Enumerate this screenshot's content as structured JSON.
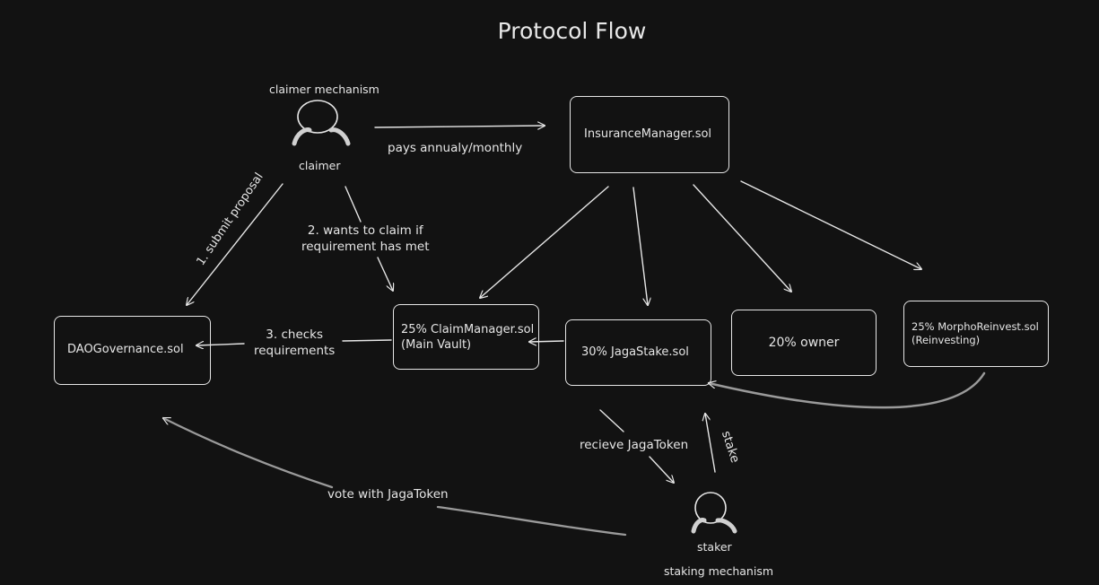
{
  "title": "Protocol Flow",
  "actors": {
    "claimer": {
      "caption": "claimer mechanism",
      "name": "claimer"
    },
    "staker": {
      "caption": "staking mechanism",
      "name": "staker"
    }
  },
  "nodes": {
    "insurance_manager": "InsuranceManager.sol",
    "dao_governance": "DAOGovernance.sol",
    "claim_manager": {
      "line1": "25% ClaimManager.sol",
      "line2": "(Main Vault)"
    },
    "jaga_stake": "30% JagaStake.sol",
    "owner": "20% owner",
    "morpho": {
      "line1": "25% MorphoReinvest.sol",
      "line2": "(Reinvesting)"
    }
  },
  "edges": {
    "pays": "pays annualy/monthly",
    "submit_proposal": "1. submit proposal",
    "wants_to_claim": {
      "line1": "2. wants to claim if",
      "line2": "requirement has met"
    },
    "checks": {
      "line1": "3. checks",
      "line2": "requirements"
    },
    "receive": "recieve JagaToken",
    "stake": "stake",
    "vote": "vote with JagaToken"
  },
  "colors": {
    "background": "#121212",
    "stroke": "#e6e6e6"
  }
}
